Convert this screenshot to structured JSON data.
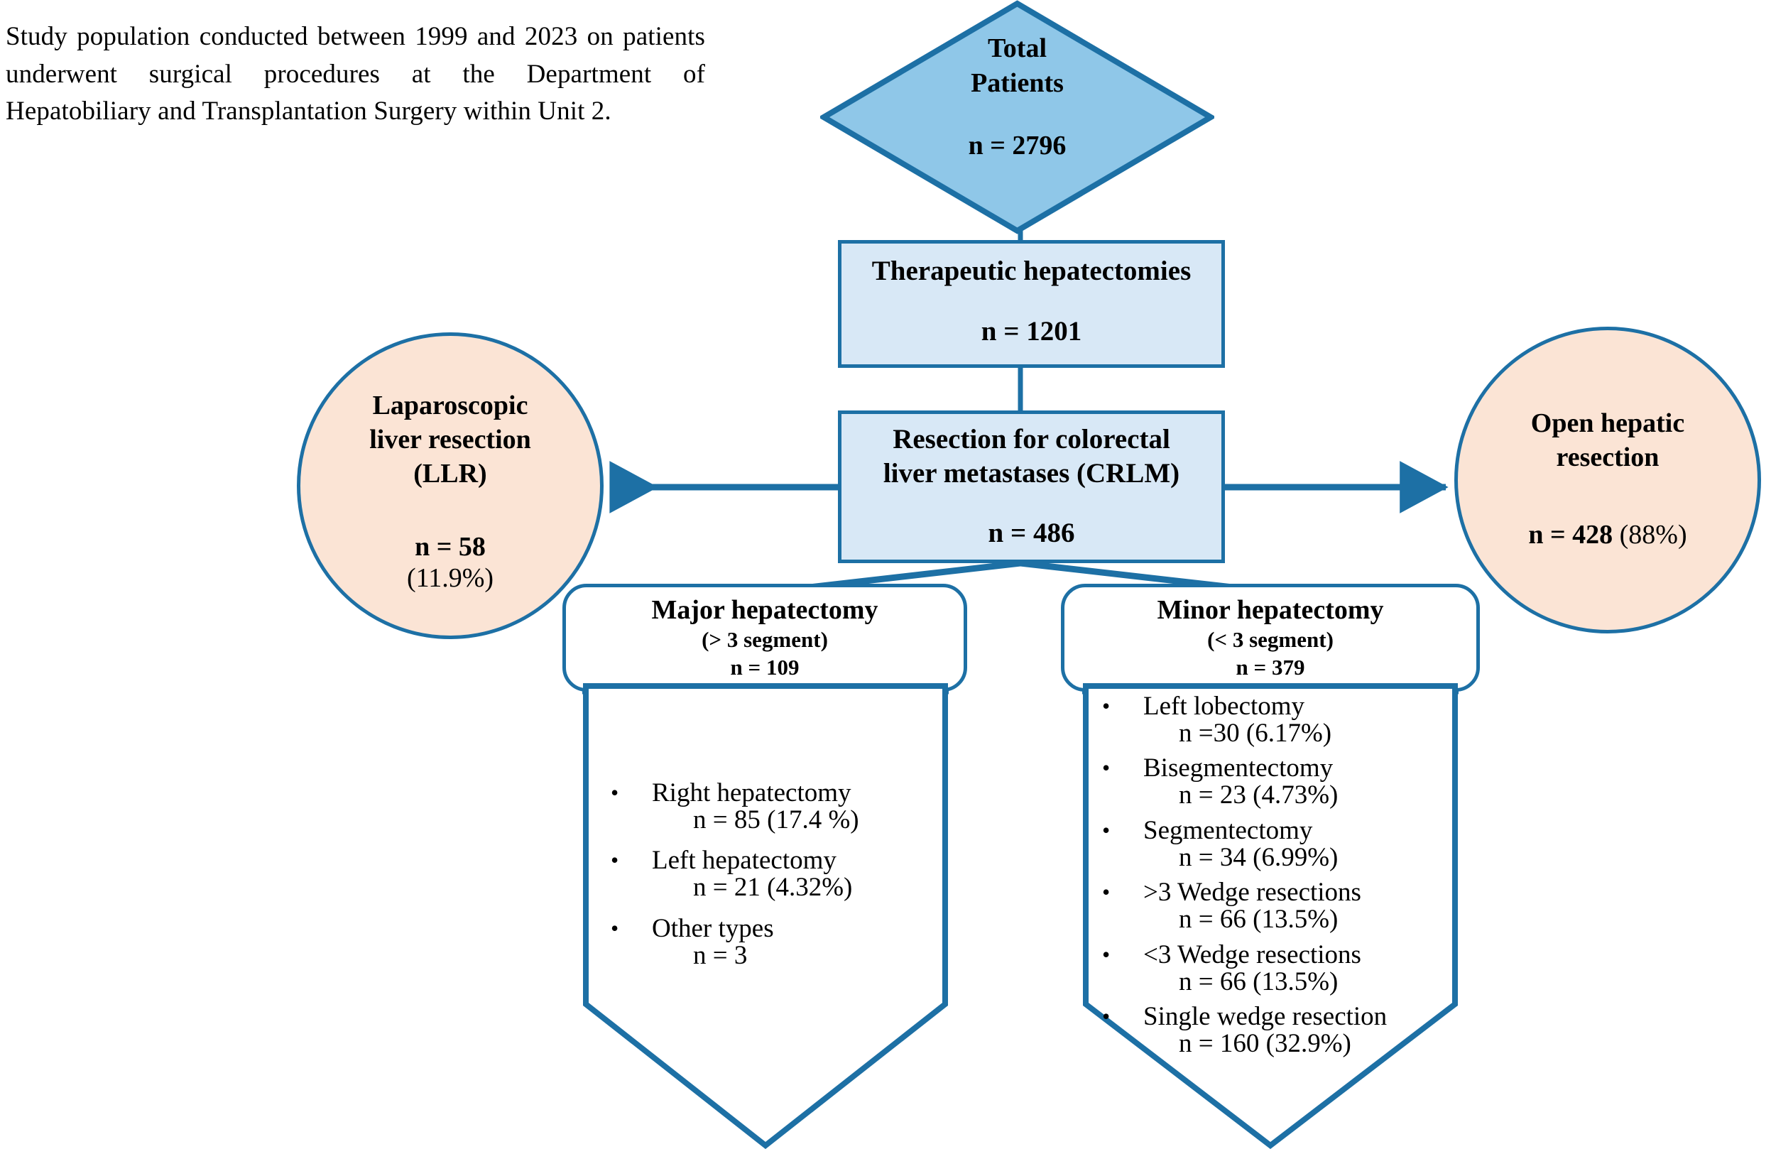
{
  "caption": "Study population conducted between 1999 and 2023 on patients underwent surgical procedures at the Department of Hepatobiliary and Transplantation Surgery within Unit 2.",
  "colors": {
    "stroke": "#1d70a5",
    "diamond_fill": "#8fc7e8",
    "box_fill": "#d8e8f6",
    "circle_fill": "#fbe4d5",
    "text": "#000000"
  },
  "nodes": {
    "total_patients": {
      "line1": "Total",
      "line2": "Patients",
      "n": "n = 2796"
    },
    "therapeutic": {
      "title": "Therapeutic hepatectomies",
      "n": "n = 1201"
    },
    "crlm": {
      "title_line1": "Resection for colorectal",
      "title_line2": "liver metastases (CRLM)",
      "n": "n = 486"
    },
    "llr": {
      "line1": "Laparoscopic",
      "line2": "liver resection",
      "line3": "(LLR)",
      "n": "n = 58",
      "pct": "(11.9%)"
    },
    "open": {
      "line1": "Open hepatic",
      "line2": "resection",
      "n_bold": "n = 428",
      "pct": "(88%)"
    },
    "major": {
      "title": "Major hepatectomy",
      "subtitle": "(> 3 segment)",
      "n": "n = 109"
    },
    "minor": {
      "title": "Minor hepatectomy",
      "subtitle": "(< 3 segment)",
      "n": "n = 379"
    }
  },
  "major_items": [
    {
      "label": "Right hepatectomy",
      "value": "n = 85 (17.4 %)"
    },
    {
      "label": "Left hepatectomy",
      "value": "n = 21 (4.32%)"
    },
    {
      "label": "Other types",
      "value": "n = 3"
    }
  ],
  "minor_items": [
    {
      "label": "Left lobectomy",
      "value": "n =30  (6.17%)"
    },
    {
      "label": "Bisegmentectomy",
      "value": "n = 23 (4.73%)"
    },
    {
      "label": "Segmentectomy",
      "value": "n = 34 (6.99%)"
    },
    {
      "label": ">3 Wedge resections",
      "value": "n = 66 (13.5%)"
    },
    {
      "label": "<3 Wedge resections",
      "value": "n = 66 (13.5%)"
    },
    {
      "label": "Single wedge resection",
      "value": "n = 160 (32.9%)"
    }
  ],
  "bullet_glyph": "•"
}
